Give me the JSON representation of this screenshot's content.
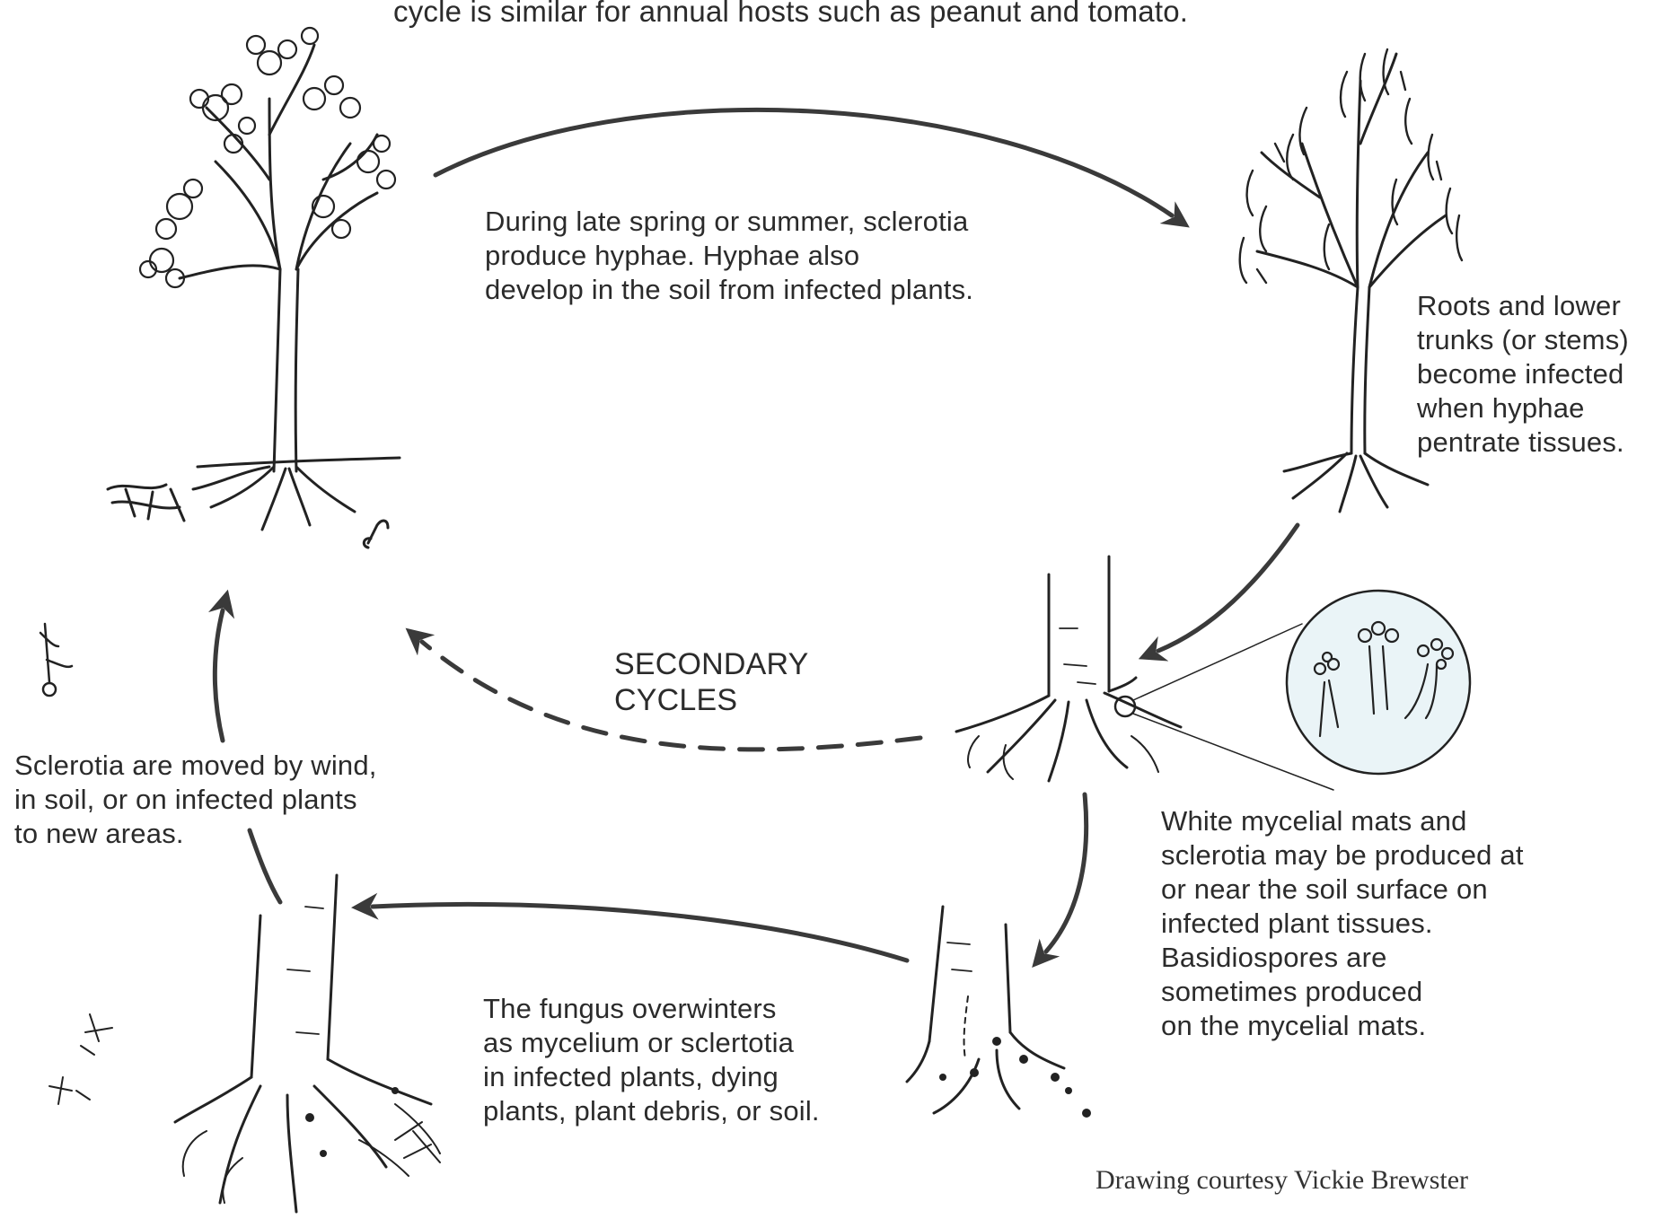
{
  "header": {
    "caption_line": "cycle is similar for annual hosts such as peanut and tomato."
  },
  "stages": {
    "spring_summer": {
      "lines": [
        "During late spring or summer, sclerotia",
        "produce hyphae. Hyphae also",
        "develop in the soil from infected plants."
      ]
    },
    "infection": {
      "lines": [
        "Roots and lower",
        "trunks (or stems)",
        "become infected",
        "when hyphae",
        "pentrate tissues."
      ]
    },
    "mycelial_mats": {
      "lines": [
        "White mycelial mats and",
        "sclerotia may be produced at",
        "or near the soil surface on",
        "infected plant tissues.",
        "Basidiospores are",
        "sometimes produced",
        "on the mycelial mats."
      ]
    },
    "overwinter": {
      "lines": [
        "The fungus overwinters",
        "as mycelium or sclertotia",
        "in infected plants, dying",
        "plants, plant debris, or soil."
      ]
    },
    "dispersal": {
      "lines": [
        "Sclerotia are moved by wind,",
        "in soil, or on infected plants",
        "to new areas."
      ]
    }
  },
  "secondary_cycles": {
    "lines": [
      "SECONDARY",
      "CYCLES"
    ]
  },
  "credit": "Drawing courtesy Vickie Brewster",
  "colors": {
    "ink": "#2b2b2b",
    "arrow": "#3a3a3a",
    "inset_fill": "#eaf4f7"
  }
}
